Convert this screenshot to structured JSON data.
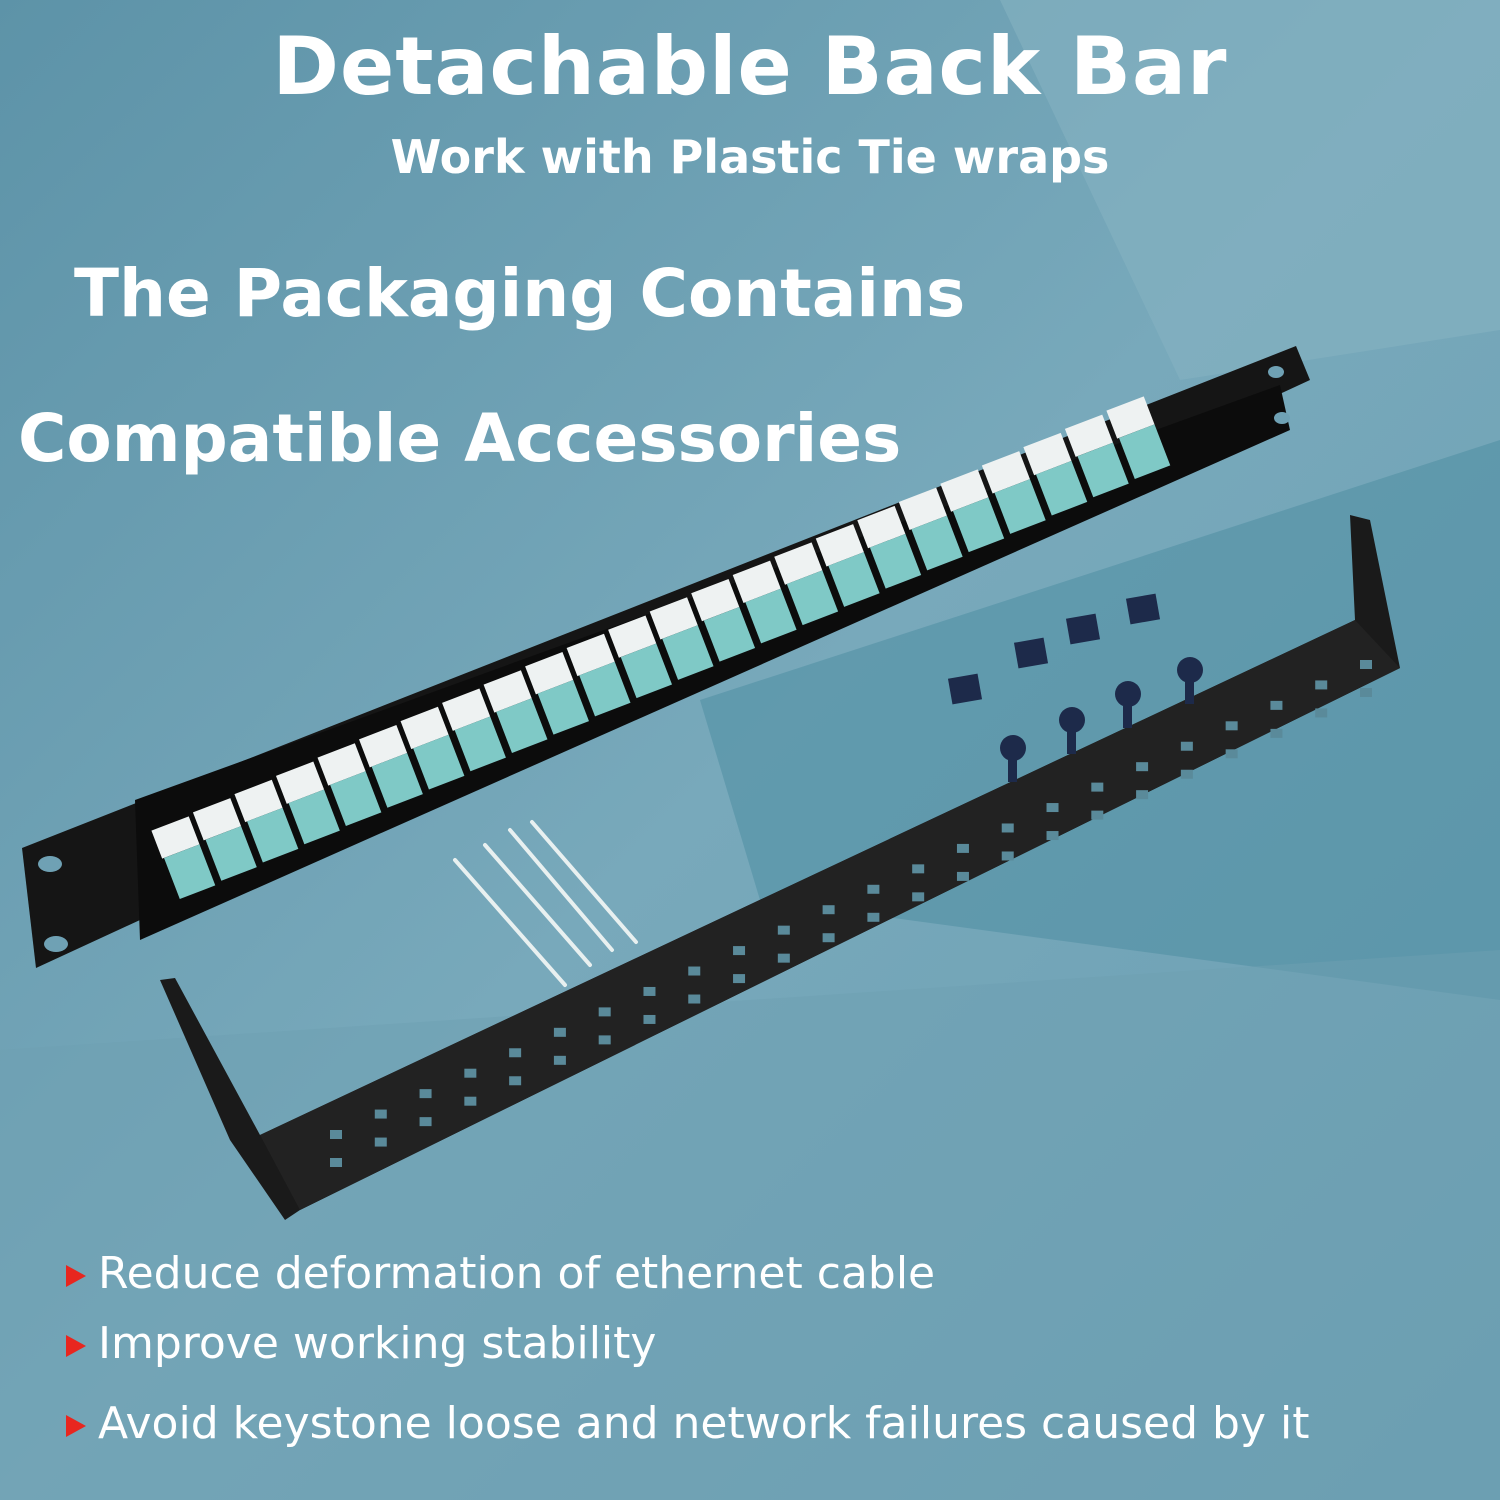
{
  "headline": {
    "title": "Detachable Back Bar",
    "subtitle": "Work with Plastic Tie wraps",
    "line1": "The Packaging Contains",
    "line2": "Compatible Accessories"
  },
  "bullets": [
    "Reduce deformation of ethernet cable",
    "Improve working stability",
    "Avoid keystone loose and network failures caused by it"
  ],
  "colors": {
    "background": "#6fa1b4",
    "text": "#ffffff",
    "bullet_marker": "#e8261f",
    "panel": "#141414",
    "port_teal": "#7fc9c6"
  }
}
